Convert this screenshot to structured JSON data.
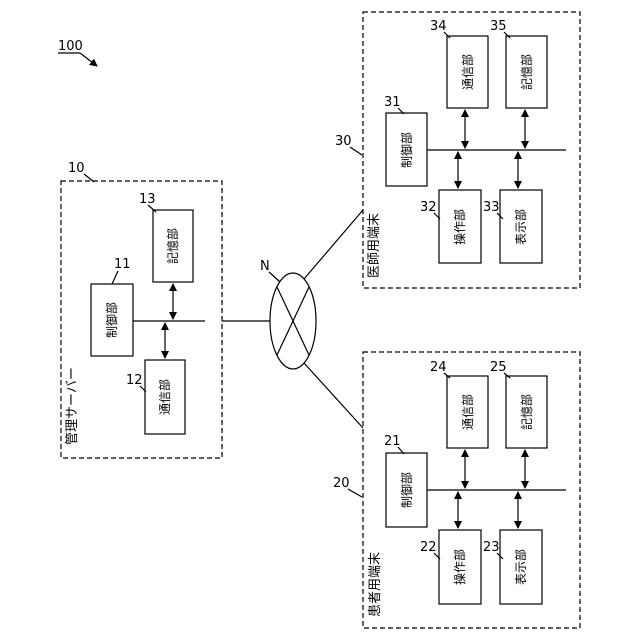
{
  "figure": {
    "system_ref": "100",
    "network_label": "N"
  },
  "server": {
    "ref": "10",
    "title": "管理サーバー",
    "control": {
      "ref": "11",
      "label": "制御部"
    },
    "comm": {
      "ref": "12",
      "label": "通信部"
    },
    "storage": {
      "ref": "13",
      "label": "記憶部"
    }
  },
  "patient": {
    "ref": "20",
    "title": "患者用端末",
    "control": {
      "ref": "21",
      "label": "制御部"
    },
    "operation": {
      "ref": "22",
      "label": "操作部"
    },
    "display": {
      "ref": "23",
      "label": "表示部"
    },
    "comm": {
      "ref": "24",
      "label": "通信部"
    },
    "storage": {
      "ref": "25",
      "label": "記憶部"
    }
  },
  "doctor": {
    "ref": "30",
    "title": "医師用端末",
    "control": {
      "ref": "31",
      "label": "制御部"
    },
    "operation": {
      "ref": "32",
      "label": "操作部"
    },
    "display": {
      "ref": "33",
      "label": "表示部"
    },
    "comm": {
      "ref": "34",
      "label": "通信部"
    },
    "storage": {
      "ref": "35",
      "label": "記憶部"
    }
  }
}
